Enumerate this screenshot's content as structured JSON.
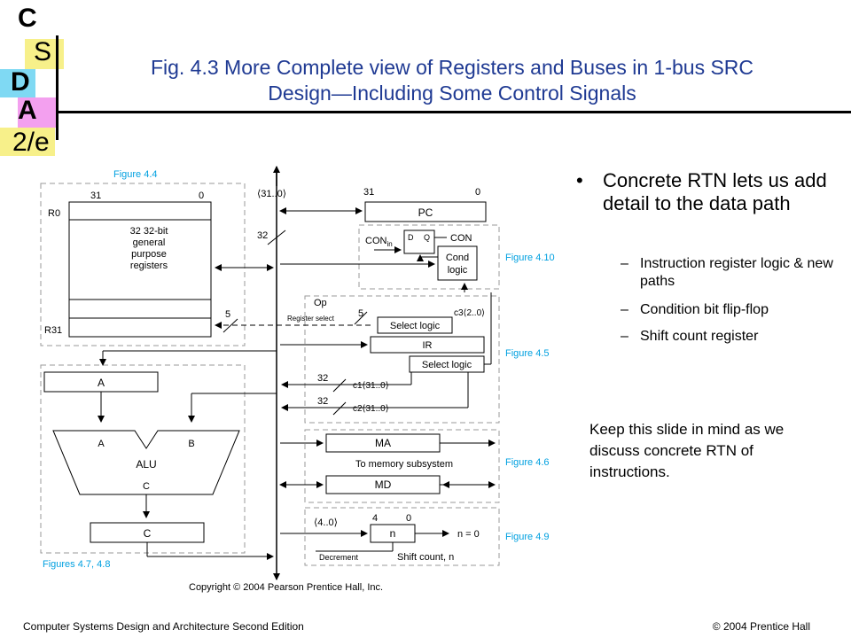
{
  "logo": {
    "letters": [
      "C",
      "S",
      "D",
      "A",
      "2/e"
    ],
    "colors": {
      "yellow": "#f7f08a",
      "cyan": "#7fd9f3",
      "magenta": "#f3a0ef"
    }
  },
  "title": {
    "line1": "Fig. 4.3   More Complete view of Registers and Buses in 1-bus SRC",
    "line2": "Design—Including Some Control Signals"
  },
  "figure": {
    "copyright": "Copyright © 2004 Pearson Prentice Hall, Inc.",
    "refs": {
      "f44": "Figure 4.4",
      "f410": "Figure 4.10",
      "f45": "Figure 4.5",
      "f46": "Figure 4.6",
      "f49": "Figure 4.9",
      "f478": "Figures 4.7, 4.8"
    },
    "bus": {
      "label": "⟨31..0⟩",
      "width": "32"
    },
    "regfile": {
      "bit31": "31",
      "bit0": "0",
      "r0": "R0",
      "r31": "R31",
      "desc": [
        "32 32-bit",
        "general",
        "purpose",
        "registers"
      ],
      "sel_width": "5"
    },
    "pc": {
      "label": "PC",
      "bit31": "31",
      "bit0": "0"
    },
    "con": {
      "con_in": "CON",
      "con_in_sub": "in",
      "d": "D",
      "q": "Q",
      "con_out": "CON",
      "cond1": "Cond",
      "cond2": "logic"
    },
    "ir": {
      "op": "Op",
      "five": "5",
      "reg_select": "Register select",
      "c3": "c3⟨2..0⟩",
      "select1": "Select logic",
      "ir": "IR",
      "select2": "Select logic",
      "w1": "32",
      "c1": "c1⟨31..0⟩",
      "w2": "32",
      "c2": "c2⟨31..0⟩"
    },
    "alu": {
      "a_reg": "A",
      "in_a": "A",
      "in_b": "B",
      "alu": "ALU",
      "out_c": "C",
      "c_reg": "C"
    },
    "mem": {
      "ma": "MA",
      "to_mem": "To memory subsystem",
      "md": "MD"
    },
    "shift": {
      "range": "⟨4..0⟩",
      "b4": "4",
      "b0": "0",
      "n": "n",
      "neq": "n = 0",
      "dec": "Decrement",
      "sc": "Shift count, n"
    },
    "colors": {
      "ref_blue": "#00a0e0",
      "dash_gray": "#999999"
    }
  },
  "bullets": {
    "main": "Concrete RTN lets us add detail to the data path",
    "subs": [
      "Instruction register logic & new paths",
      "Condition bit flip-flop",
      "Shift count register"
    ]
  },
  "note": "Keep this slide in mind as we discuss concrete RTN of instructions.",
  "footer": {
    "left": "Computer Systems Design and Architecture Second Edition",
    "right": "© 2004 Prentice Hall"
  }
}
